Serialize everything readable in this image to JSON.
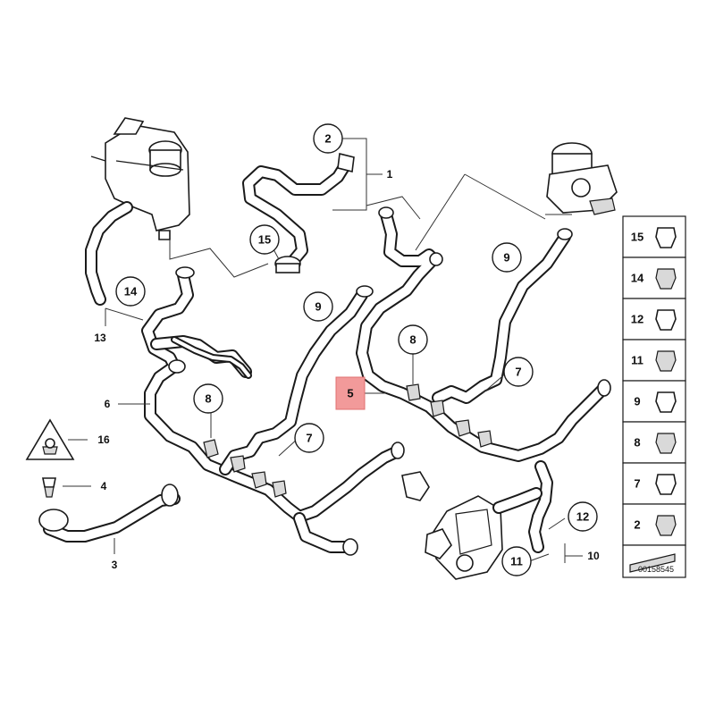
{
  "callouts": [
    {
      "id": "c1",
      "label": "1"
    },
    {
      "id": "c2",
      "label": "2"
    },
    {
      "id": "c3",
      "label": "3"
    },
    {
      "id": "c4",
      "label": "4"
    },
    {
      "id": "c5",
      "label": "5"
    },
    {
      "id": "c6",
      "label": "6"
    },
    {
      "id": "c7a",
      "label": "7"
    },
    {
      "id": "c7b",
      "label": "7"
    },
    {
      "id": "c8a",
      "label": "8"
    },
    {
      "id": "c8b",
      "label": "8"
    },
    {
      "id": "c9a",
      "label": "9"
    },
    {
      "id": "c9b",
      "label": "9"
    },
    {
      "id": "c10",
      "label": "10"
    },
    {
      "id": "c11",
      "label": "11"
    },
    {
      "id": "c12",
      "label": "12"
    },
    {
      "id": "c13",
      "label": "13"
    },
    {
      "id": "c14",
      "label": "14"
    },
    {
      "id": "c15",
      "label": "15"
    },
    {
      "id": "c16",
      "label": "16"
    }
  ],
  "legend": [
    "15",
    "14",
    "12",
    "11",
    "9",
    "8",
    "7",
    "2"
  ],
  "diagram_id": "00158545",
  "highlight_color": "#f29a9a"
}
